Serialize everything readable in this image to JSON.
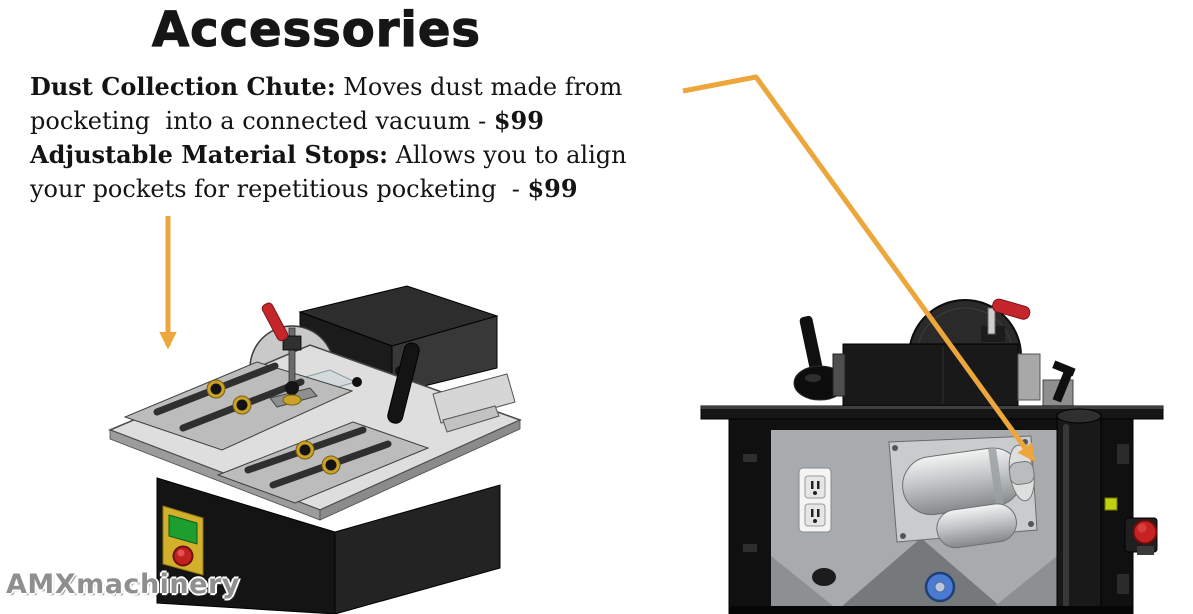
{
  "page": {
    "title": "Accessories",
    "watermark": "AMXmachinery",
    "background_color": "#FFFFFF",
    "text_color": "#141414"
  },
  "accessories_text": {
    "line1": {
      "bold": "Dust Collection Chute:",
      "regular": " Moves dust made from"
    },
    "line2": {
      "regular": "pocketing  into a connected vacuum - ",
      "bold": "$99"
    },
    "line3": {
      "bold": "Adjustable Material Stops:",
      "regular": " Allows you to align"
    },
    "line4": {
      "regular": "your pockets for repetitious pocketing  - ",
      "bold": "$99"
    }
  },
  "accessories": [
    {
      "name": "Dust Collection Chute",
      "price": "$99"
    },
    {
      "name": "Adjustable Material Stops",
      "price": "$99"
    }
  ],
  "annotations": {
    "arrow_color": "#EDA63C"
  },
  "colors": {
    "clamp_red": "#C4262B",
    "button_green": "#1D9E2F",
    "estop_red": "#C62222",
    "pulley_blue": "#4A7AD1",
    "table_gray": "#DEDEDE",
    "cabinet_black": "#141414"
  }
}
